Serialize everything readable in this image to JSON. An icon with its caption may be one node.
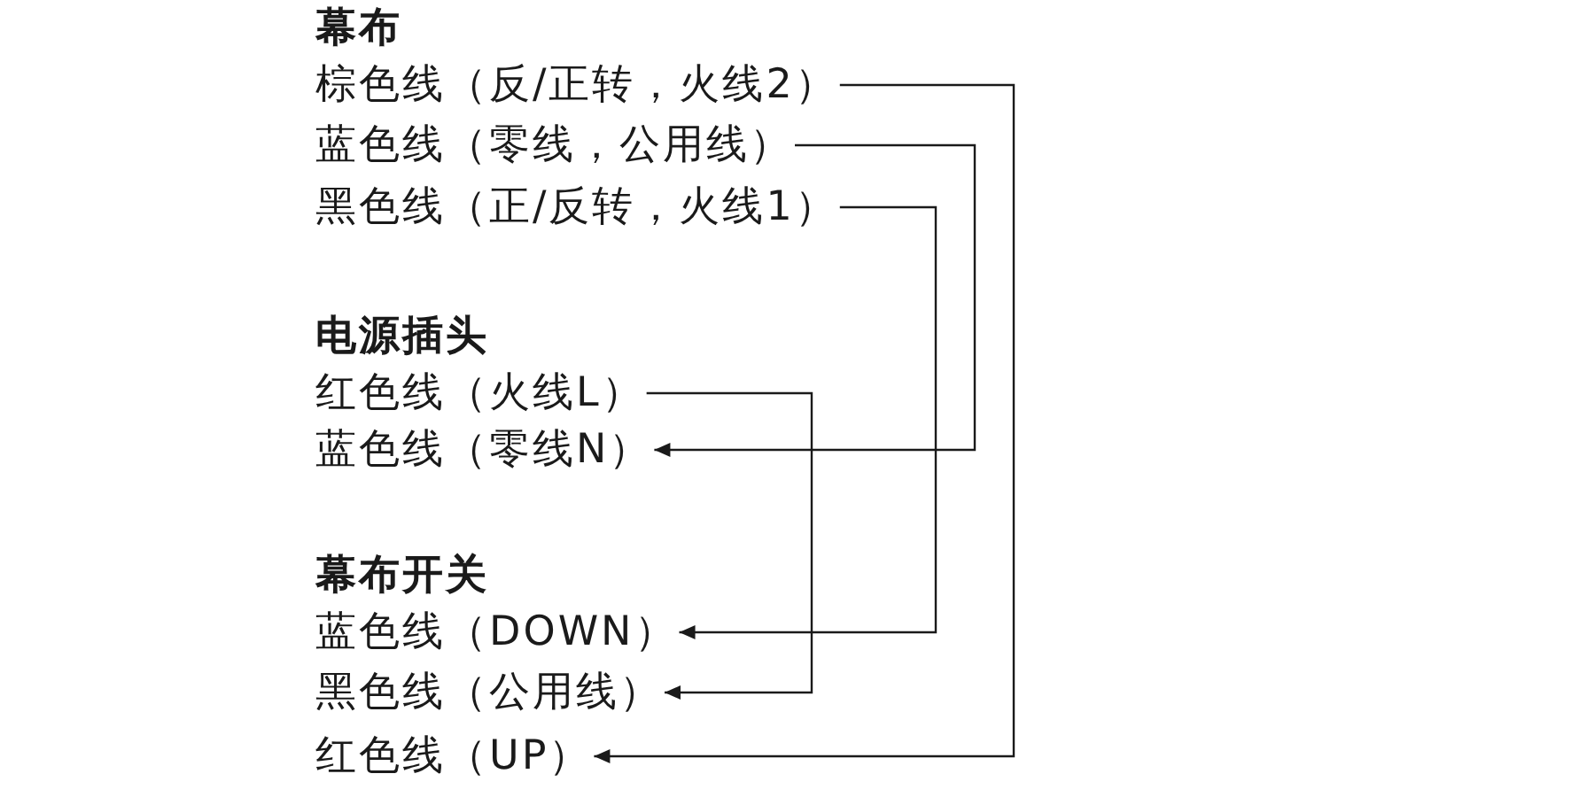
{
  "diagram": {
    "nodes": [
      {
        "text": [
          "棕色线（反/正转，火线2）"
        ]
      },
      {
        "text": [
          "蓝色线（零线，公用线）"
        ]
      },
      {
        "text": [
          "黑色线（正/反转，火线1）"
        ]
      },
      {
        "text": [
          "红色线（火线L）"
        ]
      },
      {
        "text": [
          "蓝色线（零线N）"
        ]
      },
      {
        "text": [
          "蓝色线（DOWN）"
        ]
      },
      {
        "text": [
          "黑色线（公用线）"
        ]
      },
      {
        "text": [
          "红色线（UP）"
        ]
      }
    ],
    "edges": [
      {
        "from": 0,
        "to": 7,
        "arrow": "to"
      },
      {
        "from": 1,
        "to": 4,
        "arrow": "to"
      },
      {
        "from": 2,
        "to": 5,
        "arrow": "to"
      },
      {
        "from": 3,
        "to": 6,
        "arrow": "to"
      }
    ],
    "labels": [
      "幕布",
      "电源插头",
      "幕布开关"
    ]
  }
}
